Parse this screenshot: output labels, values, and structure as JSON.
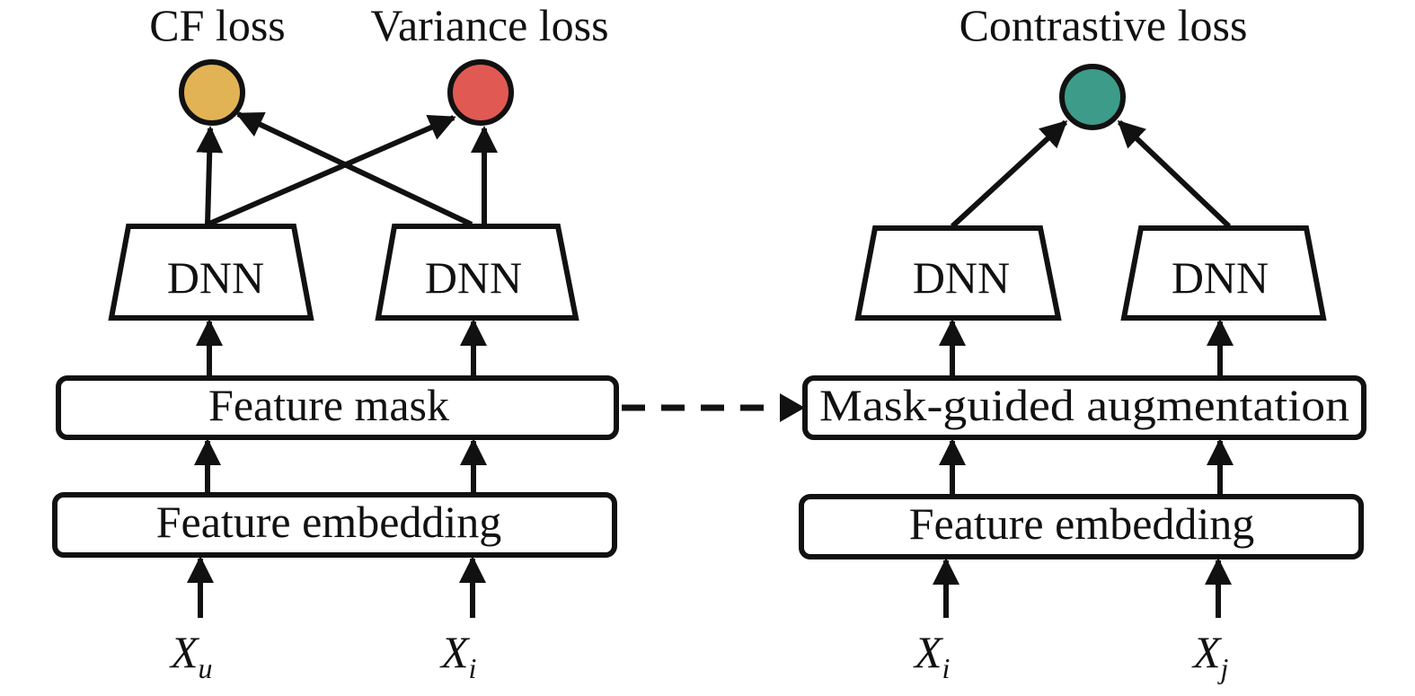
{
  "loss_nodes": {
    "cf": {
      "label": "CF loss",
      "color": "#E1B355"
    },
    "variance": {
      "label": "Variance loss",
      "color": "#E05A53"
    },
    "contrastive": {
      "label": "Contrastive loss",
      "color": "#3D9B8A"
    }
  },
  "dnn_labels": {
    "left_a": "DNN",
    "left_b": "DNN",
    "right_a": "DNN",
    "right_b": "DNN"
  },
  "boxes": {
    "feature_mask": "Feature mask",
    "feature_embedding_left": "Feature embedding",
    "mask_guided_augmentation": "Mask-guided augmentation",
    "feature_embedding_right": "Feature embedding"
  },
  "inputs": {
    "left_u": {
      "base": "X",
      "sub": "u"
    },
    "left_i": {
      "base": "X",
      "sub": "i"
    },
    "right_i": {
      "base": "X",
      "sub": "i"
    },
    "right_j": {
      "base": "X",
      "sub": "j"
    }
  },
  "edges": [
    {
      "from": "input-left-u",
      "to": "feature-embedding-left",
      "style": "solid"
    },
    {
      "from": "input-left-i",
      "to": "feature-embedding-left",
      "style": "solid"
    },
    {
      "from": "feature-embedding-left",
      "to": "feature-mask",
      "style": "solid"
    },
    {
      "from": "feature-mask",
      "to": "dnn-left-a",
      "style": "solid"
    },
    {
      "from": "feature-mask",
      "to": "dnn-left-b",
      "style": "solid"
    },
    {
      "from": "dnn-left-a",
      "to": "cf-loss-node",
      "style": "solid"
    },
    {
      "from": "dnn-left-a",
      "to": "variance-loss-node",
      "style": "solid"
    },
    {
      "from": "dnn-left-b",
      "to": "cf-loss-node",
      "style": "solid"
    },
    {
      "from": "dnn-left-b",
      "to": "variance-loss-node",
      "style": "solid"
    },
    {
      "from": "feature-mask",
      "to": "mask-guided-augmentation",
      "style": "dashed"
    },
    {
      "from": "input-right-i",
      "to": "feature-embedding-right",
      "style": "solid"
    },
    {
      "from": "input-right-j",
      "to": "feature-embedding-right",
      "style": "solid"
    },
    {
      "from": "feature-embedding-right",
      "to": "mask-guided-augmentation",
      "style": "solid"
    },
    {
      "from": "mask-guided-augmentation",
      "to": "dnn-right-a",
      "style": "solid"
    },
    {
      "from": "mask-guided-augmentation",
      "to": "dnn-right-b",
      "style": "solid"
    },
    {
      "from": "dnn-right-a",
      "to": "contrastive-loss-node",
      "style": "solid"
    },
    {
      "from": "dnn-right-b",
      "to": "contrastive-loss-node",
      "style": "solid"
    }
  ]
}
